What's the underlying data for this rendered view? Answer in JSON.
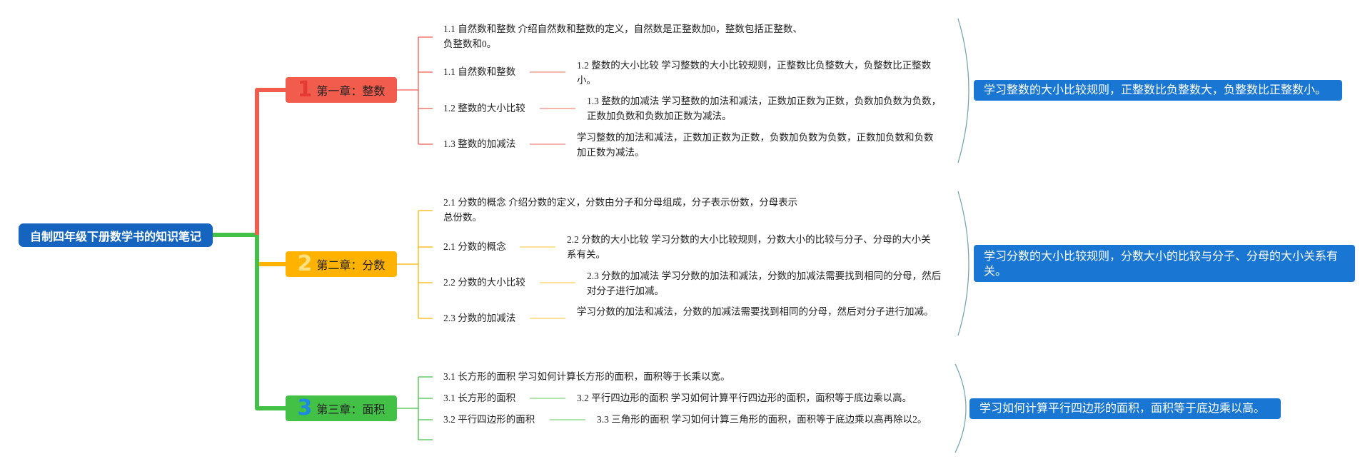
{
  "root": "自制四年级下册数学书的知识笔记",
  "colors": {
    "root": "#1565c0",
    "summary": "#1976d2",
    "ch1": "#f25c4d",
    "ch2": "#ffb300",
    "ch3": "#43c146",
    "ch1_num": "#e53935",
    "ch2_num": "#ffe082",
    "ch3_num": "#1e88e5",
    "bracket": "#78a7b0"
  },
  "chapters": [
    {
      "num": "1",
      "title": "第一章：整数",
      "nodes": {
        "n0": "1.1 自然数和整数 介绍自然数和整数的定义，自然数是正整数加0，整数包括正整数、负整数和0。",
        "n1_label": "1.1 自然数和整数",
        "n1_detail": "1.2 整数的大小比较 学习整数的大小比较规则，正整数比负整数大，负整数比正整数小。",
        "n2_label": "1.2 整数的大小比较",
        "n2_detail": "1.3 整数的加减法 学习整数的加法和减法，正数加正数为正数，负数加负数为负数，正数加负数和负数加正数为减法。",
        "n3_label": "1.3 整数的加减法",
        "n3_detail": "学习整数的加法和减法，正数加正数为正数，负数加负数为负数，正数加负数和负数加正数为减法。"
      },
      "summary": "学习整数的大小比较规则，正整数比负整数大，负整数比正整数小。"
    },
    {
      "num": "2",
      "title": "第二章：分数",
      "nodes": {
        "n0": "2.1 分数的概念 介绍分数的定义，分数由分子和分母组成，分子表示份数，分母表示总份数。",
        "n1_label": "2.1 分数的概念",
        "n1_detail": "2.2 分数的大小比较 学习分数的大小比较规则，分数大小的比较与分子、分母的大小关系有关。",
        "n2_label": "2.2 分数的大小比较",
        "n2_detail": "2.3 分数的加减法 学习分数的加法和减法，分数的加减法需要找到相同的分母，然后对分子进行加减。",
        "n3_label": "2.3 分数的加减法",
        "n3_detail": "学习分数的加法和减法，分数的加减法需要找到相同的分母，然后对分子进行加减。"
      },
      "summary": "学习分数的大小比较规则，分数大小的比较与分子、分母的大小关系有关。"
    },
    {
      "num": "3",
      "title": "第三章：面积",
      "nodes": {
        "n0": "3.1 长方形的面积 学习如何计算长方形的面积，面积等于长乘以宽。",
        "n1_label": "3.1 长方形的面积",
        "n1_detail": "3.2 平行四边形的面积 学习如何计算平行四边形的面积，面积等于底边乘以高。",
        "n2_label": "3.2 平行四边形的面积",
        "n2_detail": "3.3 三角形的面积 学习如何计算三角形的面积，面积等于底边乘以高再除以2。"
      },
      "summary": "学习如何计算平行四边形的面积，面积等于底边乘以高。"
    }
  ]
}
